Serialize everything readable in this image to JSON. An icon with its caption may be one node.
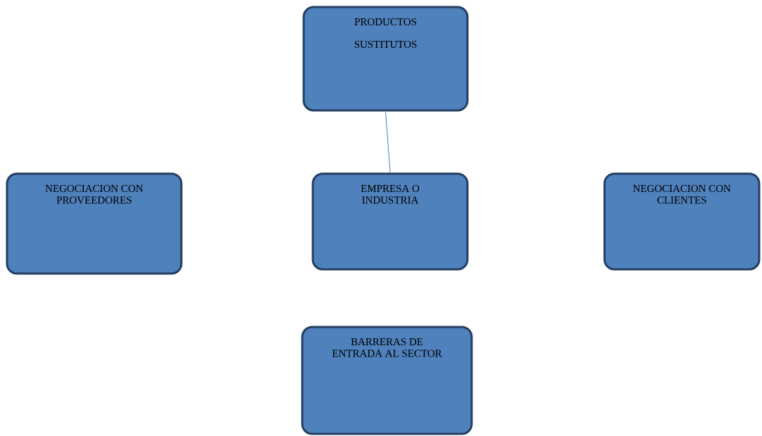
{
  "diagram": {
    "nodes": [
      {
        "text": [
          "PRODUCTOS SUSTITUTOS"
        ]
      },
      {
        "text": [
          "NEGOCIACION CON PROVEEDORES"
        ]
      },
      {
        "text": [
          "EMPRESA O INDUSTRIA"
        ]
      },
      {
        "text": [
          "NEGOCIACION CON CLIENTES"
        ]
      },
      {
        "text": [
          "BARRERAS DE ENTRADA AL SECTOR"
        ]
      }
    ],
    "edges": [
      {
        "from": 0,
        "to": 2,
        "arrow": "none",
        "color": "#4a7ebb"
      }
    ]
  }
}
